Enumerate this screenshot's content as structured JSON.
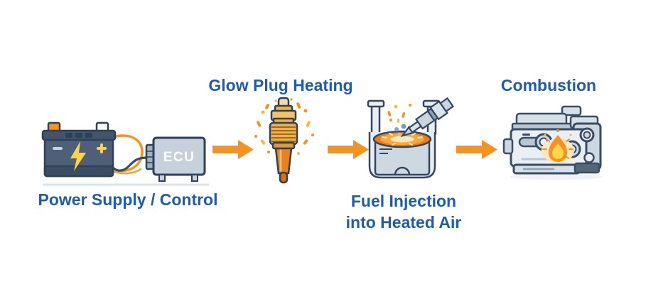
{
  "diagram": {
    "title_meaning": "Diesel engine glow plug operation flow",
    "colors": {
      "label_blue": "#1E5CAD",
      "arrow_orange": "#F6921E",
      "illustration_outline_navy": "#2E4158",
      "glow_gold": "#EFB04C",
      "flame_yellow": "#FFD84D"
    },
    "stages": [
      {
        "id": "power-supply-control",
        "label": "Power Supply / Control",
        "icon": "battery-ecu-icon",
        "ecu_text": "ECU"
      },
      {
        "id": "glow-plug-heating",
        "label": "Glow Plug Heating",
        "icon": "glow-plug-icon"
      },
      {
        "id": "fuel-injection",
        "label_lines": [
          "Fuel Injection",
          "into Heated Air"
        ],
        "icon": "piston-injector-icon"
      },
      {
        "id": "combustion",
        "label": "Combustion",
        "icon": "engine-flame-icon"
      }
    ],
    "arrows": [
      {
        "id": "arrow-1",
        "icon": "arrow-right-icon"
      },
      {
        "id": "arrow-2",
        "icon": "arrow-right-icon"
      },
      {
        "id": "arrow-3",
        "icon": "arrow-right-icon"
      }
    ]
  }
}
